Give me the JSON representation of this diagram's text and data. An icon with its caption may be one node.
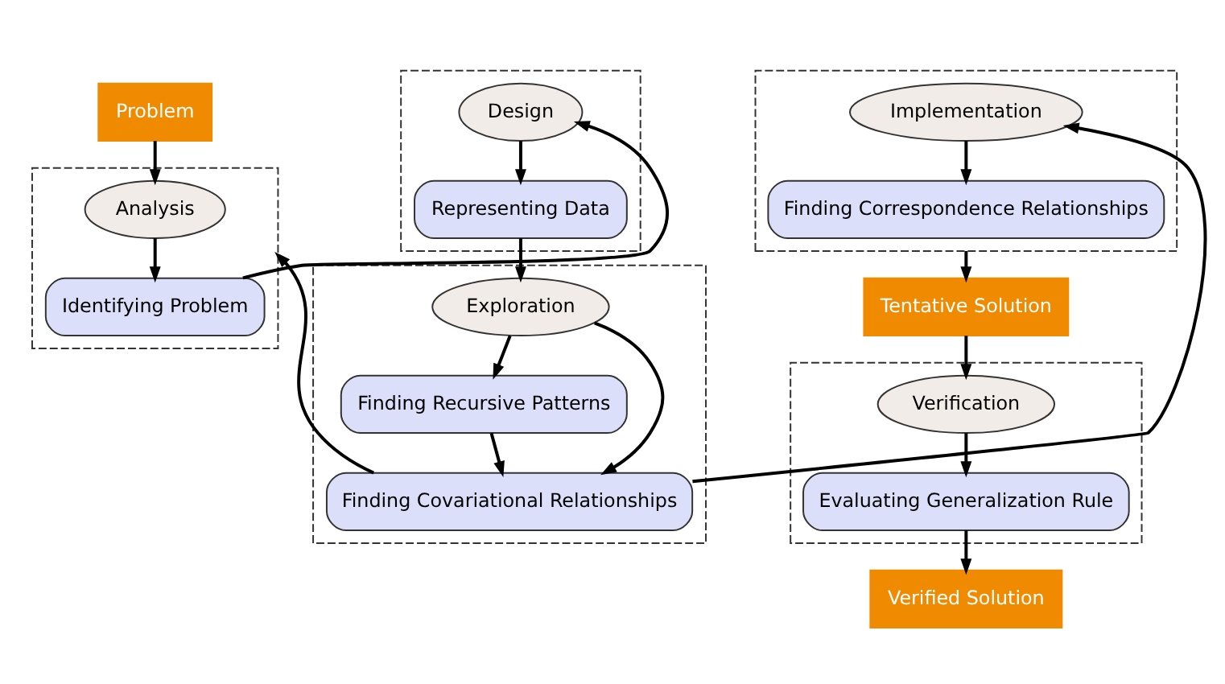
{
  "diagram": {
    "nodes": [
      {
        "text": [
          "Problem"
        ]
      },
      {
        "text": [],
        "shape": "box"
      },
      {
        "text": [
          "Analysis"
        ],
        "in": 1
      },
      {
        "text": [
          "Identifying Problem"
        ],
        "in": 1
      },
      {
        "text": [],
        "shape": "box"
      },
      {
        "text": [
          "Design"
        ],
        "in": 4
      },
      {
        "text": [
          "Representing Data"
        ],
        "in": 4
      },
      {
        "text": [],
        "shape": "box"
      },
      {
        "text": [
          "Finding Recursive Patterns"
        ],
        "in": 7
      },
      {
        "text": [
          "Finding Covariational Relationships"
        ],
        "in": 7
      },
      {
        "text": [
          "Exploration"
        ],
        "in": 7
      },
      {
        "text": [
          "Verified Solution"
        ]
      },
      {
        "text": [],
        "shape": "box"
      },
      {
        "text": [
          "Evaluating Generalization Rule"
        ],
        "in": 12
      },
      {
        "text": [
          "Verification"
        ],
        "in": 12
      },
      {
        "text": [
          "Tentative Solution"
        ]
      },
      {
        "text": [],
        "shape": "box"
      },
      {
        "text": [
          "Finding Correspondence Relationships"
        ],
        "in": 16
      },
      {
        "text": [
          "Implementation"
        ],
        "in": 16
      }
    ],
    "edges": [
      {
        "from": 0,
        "to": 2,
        "arrow": "to"
      },
      {
        "from": 2,
        "to": 3,
        "arrow": "to"
      },
      {
        "from": 3,
        "to": 5,
        "arrow": "to"
      },
      {
        "from": 5,
        "to": 6,
        "arrow": "to"
      },
      {
        "from": 6,
        "to": 10,
        "arrow": "to"
      },
      {
        "from": 10,
        "to": 8,
        "arrow": "to"
      },
      {
        "from": 10,
        "to": 9,
        "arrow": "to"
      },
      {
        "from": 8,
        "to": 9,
        "arrow": "to"
      },
      {
        "from": 9,
        "to": 1,
        "arrow": "to"
      },
      {
        "from": 9,
        "to": 18,
        "arrow": "to"
      },
      {
        "from": 18,
        "to": 17,
        "arrow": "to"
      },
      {
        "from": 16,
        "to": 15,
        "arrow": "to"
      },
      {
        "from": 15,
        "to": 14,
        "arrow": "to"
      },
      {
        "from": 14,
        "to": 13,
        "arrow": "to"
      },
      {
        "from": 13,
        "to": 11,
        "arrow": "to"
      }
    ]
  }
}
